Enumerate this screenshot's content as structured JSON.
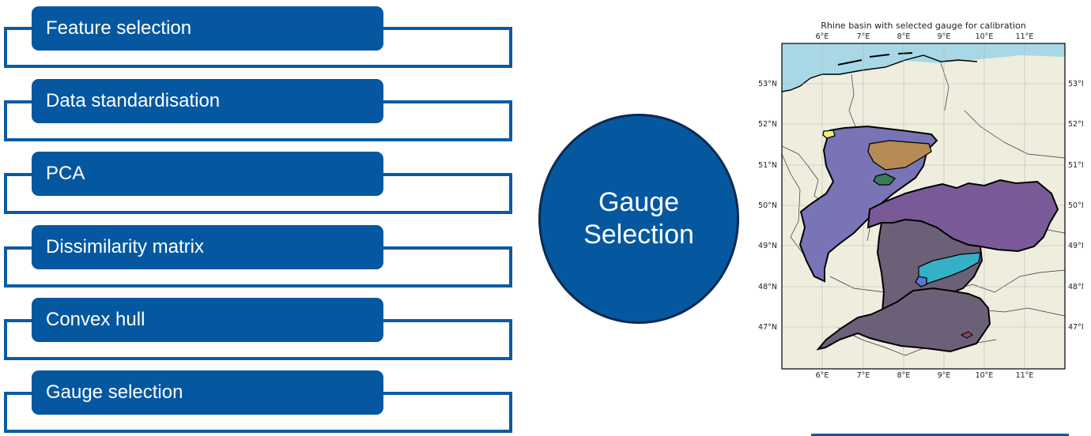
{
  "steps": [
    {
      "label": "Feature selection"
    },
    {
      "label": "Data standardisation"
    },
    {
      "label": "PCA"
    },
    {
      "label": "Dissimilarity matrix"
    },
    {
      "label": "Convex hull"
    },
    {
      "label": "Gauge selection"
    }
  ],
  "center_circle": {
    "line1": "Gauge",
    "line2": "Selection"
  },
  "map": {
    "title": "Rhine basin with selected gauge for calibration",
    "lon_ticks": [
      "6°E",
      "7°E",
      "8°E",
      "9°E",
      "10°E",
      "11°E"
    ],
    "lat_ticks": [
      "53°N",
      "52°N",
      "51°N",
      "50°N",
      "49°N",
      "48°N",
      "47°N"
    ]
  },
  "colors": {
    "box_blue": "#0558a0",
    "circle_border": "#0d2a52",
    "land": "#efedde",
    "sea": "#a8d8e6",
    "basin_blue": "#7874b6",
    "basin_purple": "#7a5a96",
    "basin_gray": "#6c6078",
    "subbasin_brown": "#b58a54",
    "subbasin_green": "#3a7a5a",
    "subbasin_cyan": "#36b0c6",
    "subbasin_yellow": "#f2ee7e"
  }
}
